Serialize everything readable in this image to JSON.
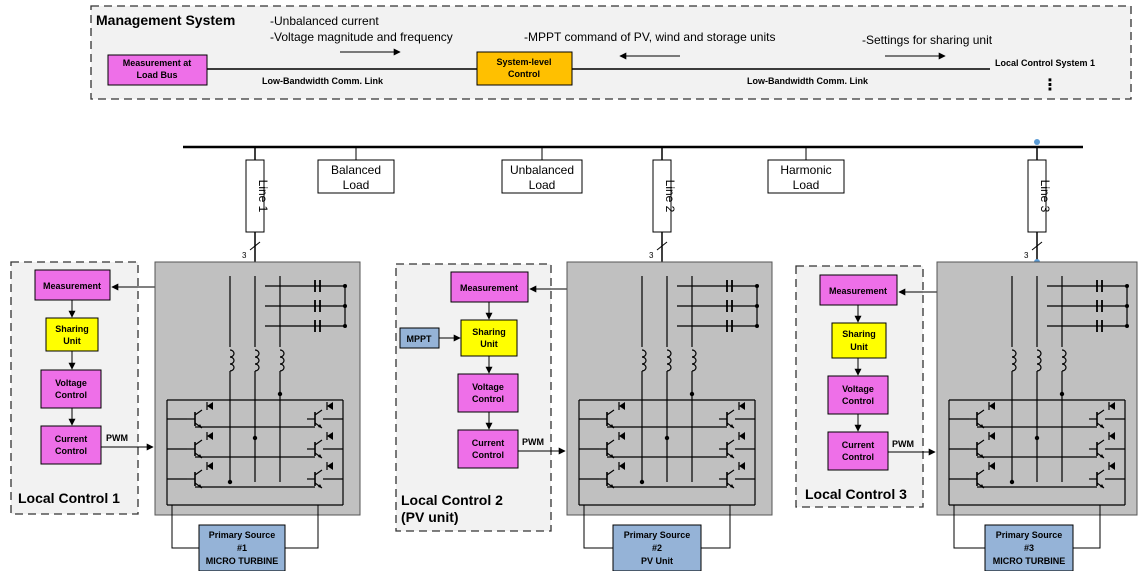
{
  "management": {
    "title": "Management System",
    "note_unbalanced": "-Unbalanced current",
    "note_voltage": "-Voltage magnitude and frequency",
    "note_mppt": "-MPPT command of PV, wind and storage units",
    "note_settings": "-Settings for sharing unit",
    "measurement_box": [
      "Measurement at",
      "Load Bus"
    ],
    "system_box": [
      "System-level",
      "Control"
    ],
    "link_label": "Low-Bandwidth Comm. Link",
    "local_system_label": "Local Control System 1",
    "ellipsis": "⋮"
  },
  "bus": {
    "lines": [
      "Line 1",
      "Line 2",
      "Line 3"
    ],
    "loads": [
      [
        "Balanced",
        "Load"
      ],
      [
        "Unbalanced",
        "Load"
      ],
      [
        "Harmonic",
        "Load"
      ]
    ],
    "phase_count": "3"
  },
  "units": [
    {
      "title": [
        "Local Control 1"
      ],
      "measurement": "Measurement",
      "sharing": [
        "Sharing",
        "Unit"
      ],
      "voltage": [
        "Voltage",
        "Control"
      ],
      "current": [
        "Current",
        "Control"
      ],
      "pwm": "PWM",
      "source": [
        "Primary Source",
        "#1",
        "MICRO TURBINE"
      ]
    },
    {
      "title": [
        "Local Control 2",
        "(PV unit)"
      ],
      "measurement": "Measurement",
      "mppt": "MPPT",
      "sharing": [
        "Sharing",
        "Unit"
      ],
      "voltage": [
        "Voltage",
        "Control"
      ],
      "current": [
        "Current",
        "Control"
      ],
      "pwm": "PWM",
      "source": [
        "Primary Source",
        "#2",
        "PV Unit"
      ]
    },
    {
      "title": [
        "Local Control 3"
      ],
      "measurement": "Measurement",
      "sharing": [
        "Sharing",
        "Unit"
      ],
      "voltage": [
        "Voltage",
        "Control"
      ],
      "current": [
        "Current",
        "Control"
      ],
      "pwm": "PWM",
      "source": [
        "Primary Source",
        "#3",
        "MICRO TURBINE"
      ]
    }
  ],
  "colors": {
    "magenta": "#ee6fe8",
    "yellow": "#ffff00",
    "orange": "#ffc000",
    "blue": "#95b3d7",
    "panel_gray": "#c0c0c0",
    "dashed_bg": "#f2f2f2"
  }
}
